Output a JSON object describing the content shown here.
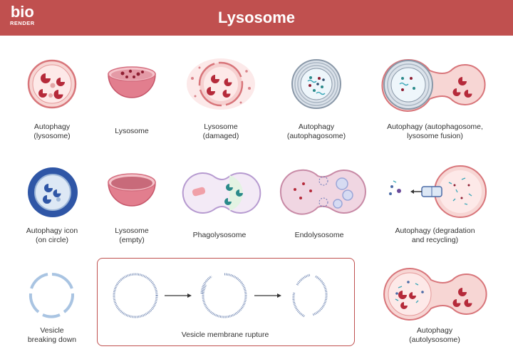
{
  "header": {
    "logo_top": "bio",
    "logo_bottom": "RENDER",
    "title": "Lysosome",
    "background_color": "#c0504f"
  },
  "items": [
    {
      "label": "Autophagy\n(lysosome)",
      "icon": "lysosome-autophagy-icon"
    },
    {
      "label": "Lysosome",
      "icon": "lysosome-half-icon"
    },
    {
      "label": "Lysosome\n(damaged)",
      "icon": "damaged-lysosome-icon"
    },
    {
      "label": "Autophagy\n(autophagosome)",
      "icon": "autophagosome-icon"
    },
    {
      "label": "Autophagy (autophagosome,\nlysosome fusion)",
      "icon": "autophagosome-fusion-icon"
    },
    {
      "label": "Autophagy icon\n(on circle)",
      "icon": "autophagy-circle-icon"
    },
    {
      "label": "Lysosome\n(empty)",
      "icon": "empty-lysosome-icon"
    },
    {
      "label": "Phagolysosome",
      "icon": "phagolysosome-icon"
    },
    {
      "label": "Endolysosome",
      "icon": "endolysosome-icon"
    },
    {
      "label": "Autophagy (degradation\nand recycling)",
      "icon": "degradation-recycling-icon"
    },
    {
      "label": "Vesicle\nbreaking down",
      "icon": "vesicle-breaking-icon"
    },
    {
      "label": "Vesicle membrane rupture",
      "icon": "membrane-rupture-icon"
    },
    {
      "label": "Autophagy\n(autolysosome)",
      "icon": "autolysosome-icon"
    }
  ]
}
